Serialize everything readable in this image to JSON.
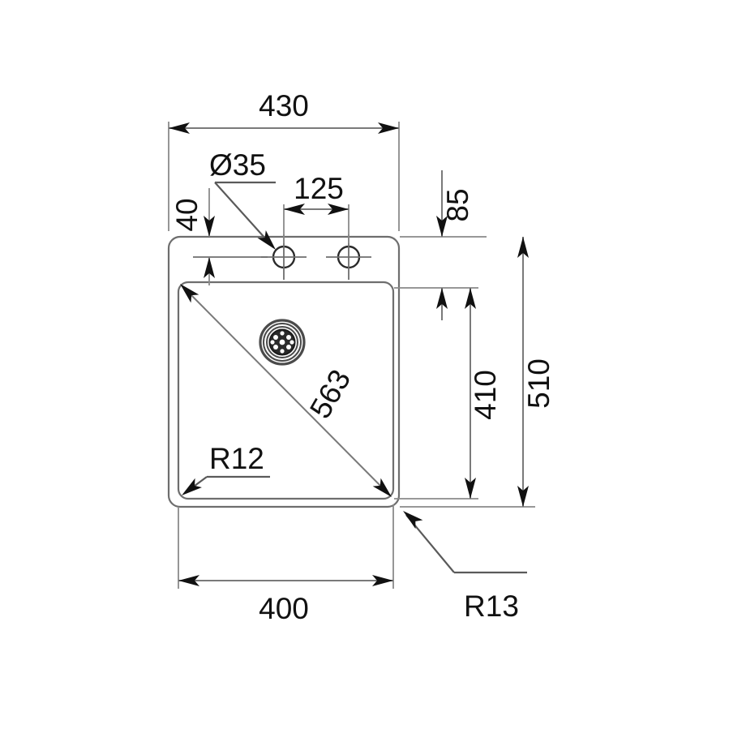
{
  "drawing": {
    "title": "Kitchen Sink Technical Drawing",
    "units": "mm",
    "view": "top-view",
    "background_color": "#ffffff",
    "line_color": "#6e6e6e",
    "text_color": "#111111"
  },
  "dimensions": {
    "overall_width": "430",
    "overall_height": "510",
    "bowl_width": "400",
    "bowl_height": "410",
    "tap_hole_diameter": "Ø35",
    "tap_hole_spacing": "125",
    "tap_hole_edge_offset": "40",
    "rim_top_offset": "85",
    "bowl_diagonal": "563",
    "bowl_corner_radius": "R12",
    "outer_corner_radius": "R13"
  },
  "labels": [
    {
      "id": "overall-width",
      "text": "430",
      "orientation": "horizontal"
    },
    {
      "id": "tap-hole-diameter",
      "text": "Ø35",
      "orientation": "horizontal"
    },
    {
      "id": "tap-hole-spacing",
      "text": "125",
      "orientation": "horizontal"
    },
    {
      "id": "tap-hole-edge-offset",
      "text": "40",
      "orientation": "vertical"
    },
    {
      "id": "rim-top-offset",
      "text": "85",
      "orientation": "vertical"
    },
    {
      "id": "bowl-height",
      "text": "410",
      "orientation": "vertical"
    },
    {
      "id": "overall-height",
      "text": "510",
      "orientation": "vertical"
    },
    {
      "id": "bowl-diagonal",
      "text": "563",
      "orientation": "diagonal"
    },
    {
      "id": "bowl-corner-radius",
      "text": "R12",
      "orientation": "horizontal"
    },
    {
      "id": "outer-corner-radius",
      "text": "R13",
      "orientation": "horizontal"
    },
    {
      "id": "bowl-width",
      "text": "400",
      "orientation": "horizontal"
    }
  ],
  "features": {
    "drain_name": "drain-strainer",
    "tap_hole_left_name": "tap-hole-left",
    "tap_hole_right_name": "tap-hole-right",
    "outer_rim_name": "sink-outer-rim",
    "bowl_name": "sink-bowl"
  }
}
